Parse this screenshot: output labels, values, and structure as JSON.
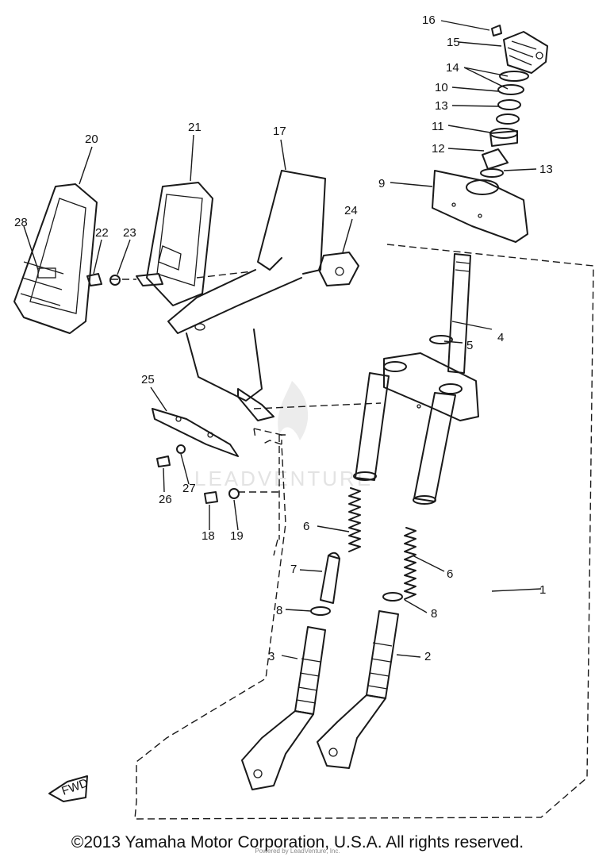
{
  "diagram": {
    "callouts": [
      "1",
      "2",
      "3",
      "4",
      "5",
      "6",
      "6",
      "7",
      "8",
      "8",
      "9",
      "10",
      "11",
      "12",
      "13",
      "13",
      "14",
      "15",
      "16",
      "17",
      "18",
      "19",
      "20",
      "21",
      "22",
      "23",
      "24",
      "25",
      "26",
      "27",
      "28"
    ]
  },
  "watermark": "LEADVENTURE",
  "fwd_label": "FWD",
  "footer": {
    "copyright": "©2013 Yamaha Motor Corporation, U.S.A. All rights reserved.",
    "sub": "Powered by LeadVenture, Inc."
  }
}
